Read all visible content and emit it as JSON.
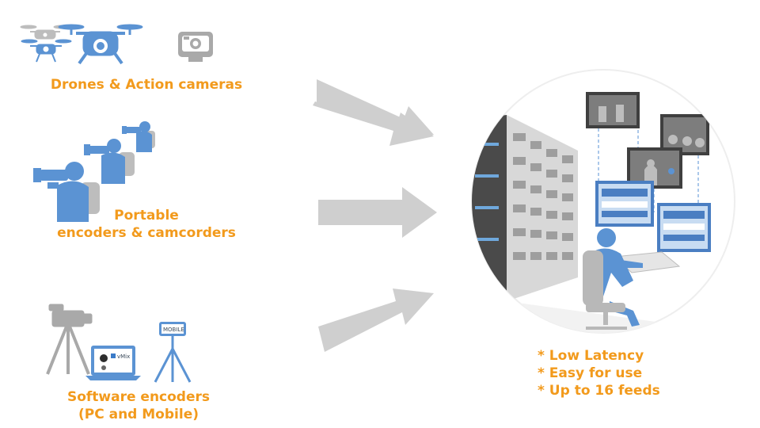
{
  "sources": [
    {
      "line1": "Drones & Action cameras",
      "line2": ""
    },
    {
      "line1": "Portable",
      "line2": "encoders & camcorders"
    },
    {
      "line1": "Software encoders",
      "line2": "(PC and Mobile)"
    }
  ],
  "features": [
    "* Low Latency",
    "* Easy for use",
    "* Up to 16 feeds"
  ],
  "device_labels": {
    "mix": "vMix",
    "mobile": "MOBILE"
  },
  "colors": {
    "accent": "#f29a1c",
    "icon_blue": "#5b93d3",
    "icon_gray": "#a9a9a9",
    "arrow": "#cfcfcf"
  }
}
